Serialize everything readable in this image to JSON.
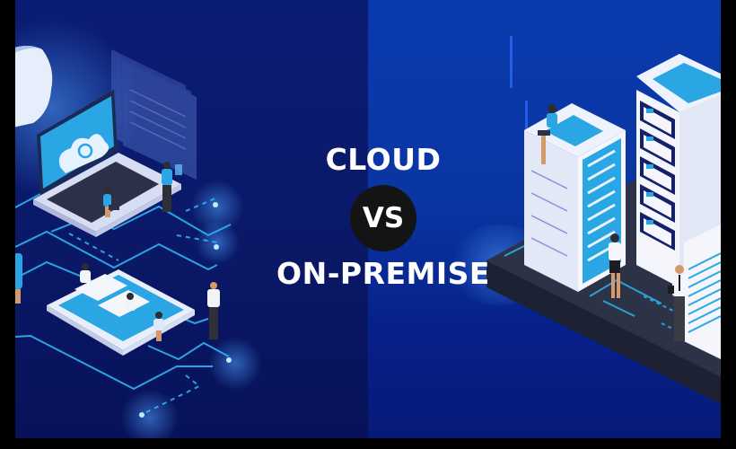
{
  "banner": {
    "headline_top": "CLOUD",
    "versus": "VS",
    "headline_bottom": "ON-PREMISE"
  },
  "colors": {
    "left_background": "#0a1968",
    "right_background": "#0a3aae",
    "versus_circle": "#141414",
    "text": "#ffffff",
    "accent_cyan": "#1fa6e8",
    "frame": "#000000"
  },
  "scenes": {
    "left": {
      "label": "cloud illustration",
      "elements": [
        "cloud-icon",
        "laptop-with-cloud-sync",
        "holographic-screens",
        "smartphone-office-desks",
        "people",
        "circuit-lines"
      ]
    },
    "right": {
      "label": "on-premise illustration",
      "elements": [
        "server-rack-left",
        "server-rack-right",
        "server-rack-partial",
        "dark-platform",
        "people",
        "circuit-lines"
      ]
    }
  }
}
